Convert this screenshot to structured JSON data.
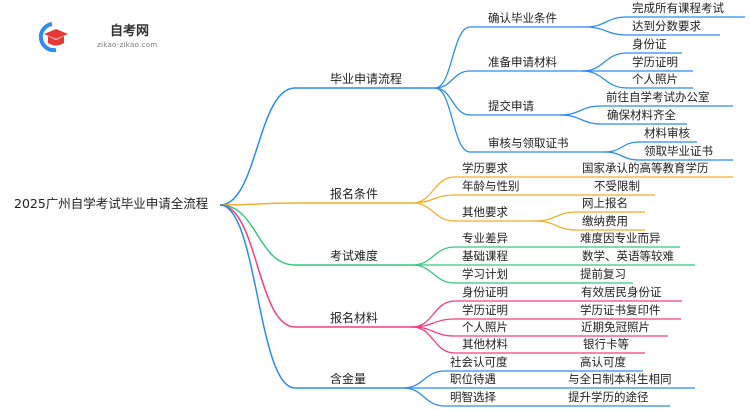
{
  "logo": {
    "title": "自考网",
    "url": "zikao-zikao.com"
  },
  "root": "2025广州自学考试毕业申请全流程",
  "branches": [
    {
      "label": "毕业申请流程",
      "color": "#2b8cf0",
      "children": [
        {
          "label": "确认毕业条件",
          "leaves": [
            "完成所有课程考试",
            "达到分数要求"
          ]
        },
        {
          "label": "准备申请材料",
          "leaves": [
            "身份证",
            "学历证明",
            "个人照片"
          ]
        },
        {
          "label": "提交申请",
          "leaves": [
            "前往自学考试办公室",
            "确保材料齐全"
          ]
        },
        {
          "label": "审核与领取证书",
          "leaves": [
            "材料审核",
            "领取毕业证书"
          ]
        }
      ]
    },
    {
      "label": "报名条件",
      "color": "#f5ae2c",
      "children": [
        {
          "label": "学历要求",
          "leaves": [
            "国家承认的高等教育学历"
          ]
        },
        {
          "label": "年龄与性别",
          "leaves": [
            "不受限制"
          ]
        },
        {
          "label": "其他要求",
          "leaves": [
            "网上报名",
            "缴纳费用"
          ]
        }
      ]
    },
    {
      "label": "考试难度",
      "color": "#34c97a",
      "children": [
        {
          "label": "专业差异",
          "leaves": [
            "难度因专业而异"
          ]
        },
        {
          "label": "基础课程",
          "leaves": [
            "数学、英语等较难"
          ]
        },
        {
          "label": "学习计划",
          "leaves": [
            "提前复习"
          ]
        }
      ]
    },
    {
      "label": "报名材料",
      "color": "#f53d82",
      "children": [
        {
          "label": "身份证明",
          "leaves": [
            "有效居民身份证"
          ]
        },
        {
          "label": "学历证明",
          "leaves": [
            "学历证书复印件"
          ]
        },
        {
          "label": "个人照片",
          "leaves": [
            "近期免冠照片"
          ]
        },
        {
          "label": "其他材料",
          "leaves": [
            "银行卡等"
          ]
        }
      ]
    },
    {
      "label": "含金量",
      "color": "#2b8cf0",
      "children": [
        {
          "label": "社会认可度",
          "leaves": [
            "高认可度"
          ]
        },
        {
          "label": "职位待遇",
          "leaves": [
            "与全日制本科生相同"
          ]
        },
        {
          "label": "明智选择",
          "leaves": [
            "提升学历的途径"
          ]
        }
      ]
    }
  ]
}
